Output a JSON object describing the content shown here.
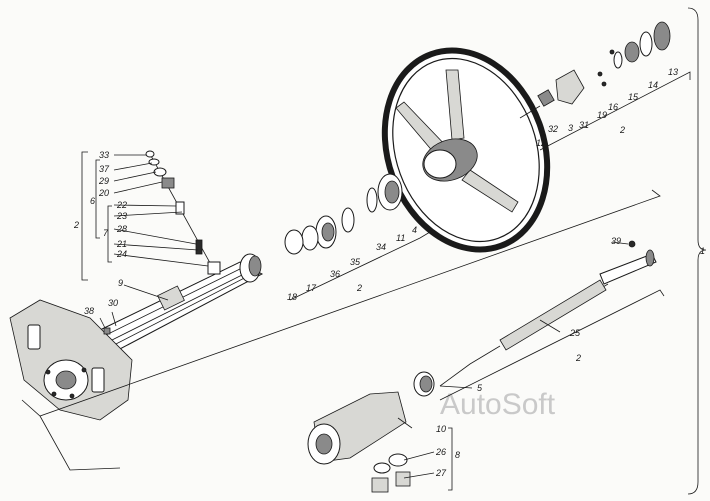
{
  "watermark": "AutoSoft",
  "labels": {
    "l1": "1",
    "l2": "2",
    "l3": "3",
    "l4": "4",
    "l5": "5",
    "l6": "6",
    "l7": "7",
    "l8": "8",
    "l9": "9",
    "l10": "10",
    "l11": "11",
    "l12": "12",
    "l13": "13",
    "l14": "14",
    "l15": "15",
    "l16": "16",
    "l17": "17",
    "l18": "18",
    "l19": "19",
    "l20": "20",
    "l21": "21",
    "l22": "22",
    "l23": "23",
    "l24": "24",
    "l25": "25",
    "l26": "26",
    "l27": "27",
    "l28": "28",
    "l29": "29",
    "l30": "30",
    "l31": "31",
    "l32": "32",
    "l33": "33",
    "l34": "34",
    "l35": "35",
    "l36": "36",
    "l37": "37",
    "l38": "38",
    "l39": "39"
  }
}
